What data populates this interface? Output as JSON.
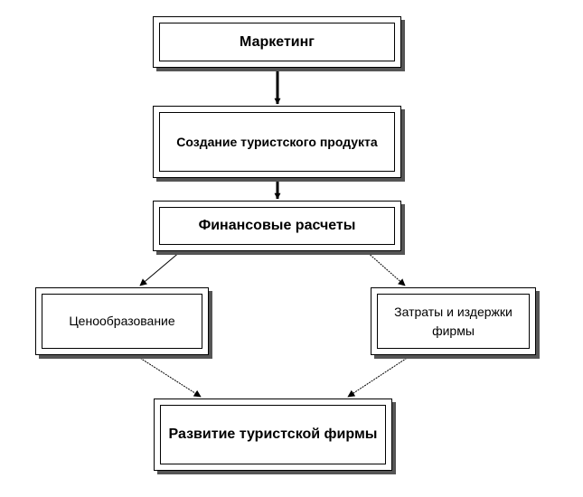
{
  "diagram": {
    "nodes": {
      "marketing": "Маркетинг",
      "product_creation": "Создание туристского продукта",
      "financial_calculations": "Финансовые расчеты",
      "pricing": "Ценообразование",
      "costs": "Затраты и издержки фирмы",
      "development": "Развитие туристской фирмы"
    },
    "edges": [
      {
        "from": "marketing",
        "to": "product_creation"
      },
      {
        "from": "product_creation",
        "to": "financial_calculations"
      },
      {
        "from": "financial_calculations",
        "to": "pricing"
      },
      {
        "from": "financial_calculations",
        "to": "costs"
      },
      {
        "from": "pricing",
        "to": "development"
      },
      {
        "from": "costs",
        "to": "development"
      }
    ]
  }
}
